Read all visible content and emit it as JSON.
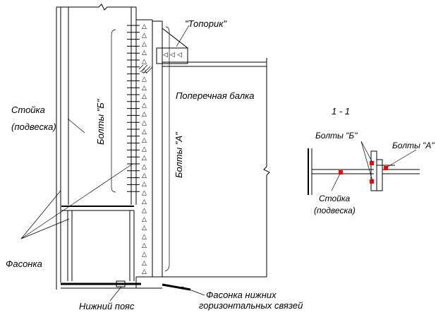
{
  "labels": {
    "toporik": "\"Топорик\"",
    "poperechnaya_balka": "Поперечная балка",
    "stoyka": "Стойка",
    "podveska": "(подвеска)",
    "bolty_b": "Болты \"Б\"",
    "bolty_a": "Болты \"А\"",
    "fasonka": "Фасонка",
    "nizhniy_poyas": "Нижний пояс",
    "fasonka_nizhnih_1": "Фасонка нижних",
    "fasonka_nizhnih_2": "горизонтальных связей",
    "section": "1 - 1",
    "sec_bolty_b": "Болты \"Б\"",
    "sec_bolty_a": "Болты \"А\"",
    "sec_stoyka": "Стойка",
    "sec_podveska": "(подвеска)"
  },
  "colors": {
    "line": "#000000",
    "bolt_marker": "#ff0000",
    "background": "#ffffff"
  }
}
